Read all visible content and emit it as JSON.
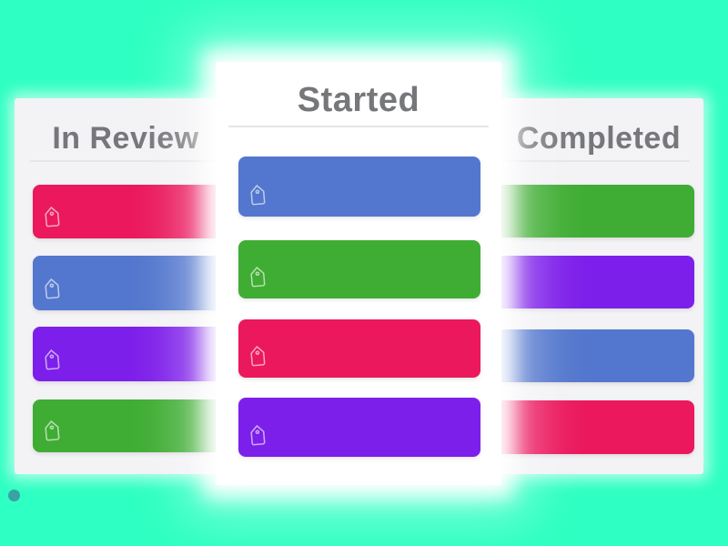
{
  "screen": {
    "background_color": "#2effc2"
  },
  "board": {
    "background_color": "#f3f2f5",
    "divider_color": "#e6e5e9",
    "header_text_color": "#76777b"
  },
  "palette": {
    "red": "#eb185e",
    "blue": "#5377ce",
    "purple": "#7d1fea",
    "green": "#3fad33",
    "focus_column_bg": "#ffffff",
    "dot": "#38a2a4"
  },
  "columns": [
    {
      "title": "In Review",
      "elevated": false,
      "cards": [
        {
          "color": "#eb185e",
          "icon": "tag"
        },
        {
          "color": "#5377ce",
          "icon": "tag"
        },
        {
          "color": "#7d1fea",
          "icon": "tag"
        },
        {
          "color": "#3fad33",
          "icon": "tag"
        }
      ]
    },
    {
      "title": "Started",
      "elevated": true,
      "cards": [
        {
          "color": "#5377ce",
          "icon": "tag"
        },
        {
          "color": "#3fad33",
          "icon": "tag"
        },
        {
          "color": "#eb185e",
          "icon": "tag"
        },
        {
          "color": "#7d1fea",
          "icon": "tag"
        }
      ]
    },
    {
      "title": "Completed",
      "elevated": false,
      "cards": [
        {
          "color": "#3fad33"
        },
        {
          "color": "#7d1fea"
        },
        {
          "color": "#5377ce"
        },
        {
          "color": "#eb185e"
        }
      ]
    }
  ],
  "decoration": {
    "dot_color": "#38a2a4"
  }
}
